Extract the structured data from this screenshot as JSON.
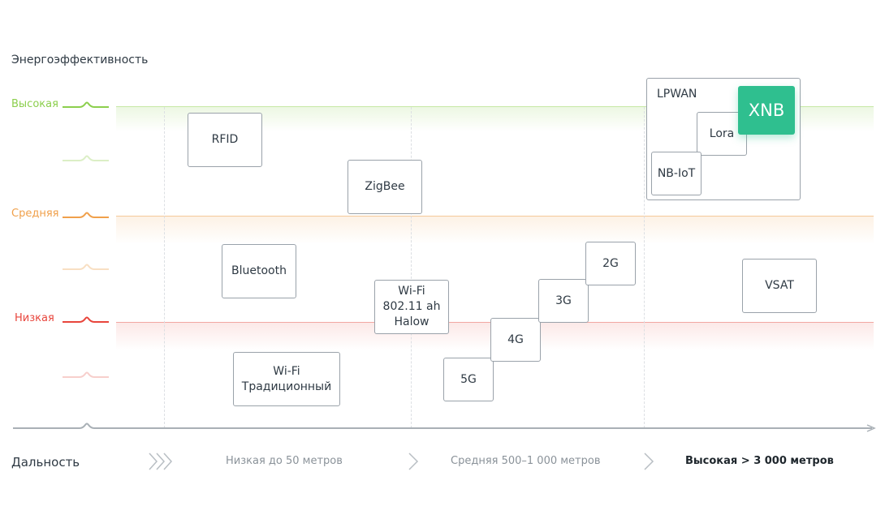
{
  "axes": {
    "y_title": "Энергоэффективность",
    "x_title": "Дальность"
  },
  "levels": [
    {
      "label": "Высокая",
      "color": "#8ccf4d"
    },
    {
      "label": "Средняя",
      "color": "#f0a04b"
    },
    {
      "label": "Низкая",
      "color": "#e8453c"
    }
  ],
  "ranges": [
    {
      "label": "Низкая до 50 метров"
    },
    {
      "label": "Средняя 500–1 000 метров"
    },
    {
      "label": "Высокая > 3 000 метров"
    }
  ],
  "technologies": {
    "rfid": "RFID",
    "zigbee": "ZigBee",
    "bluetooth": "Bluetooth",
    "wifi_halow": "Wi-Fi\n802.11 ah\nHalow",
    "wifi_traditional": "Wi-Fi\nТрадиционный",
    "g5": "5G",
    "g4": "4G",
    "g3": "3G",
    "g2": "2G",
    "vsat": "VSAT"
  },
  "lpwan": {
    "label": "LPWAN",
    "lora": "Lora",
    "nbiot": "NB-IoT",
    "xnb": "XNB",
    "xnb_color": "#2fbf8f"
  }
}
